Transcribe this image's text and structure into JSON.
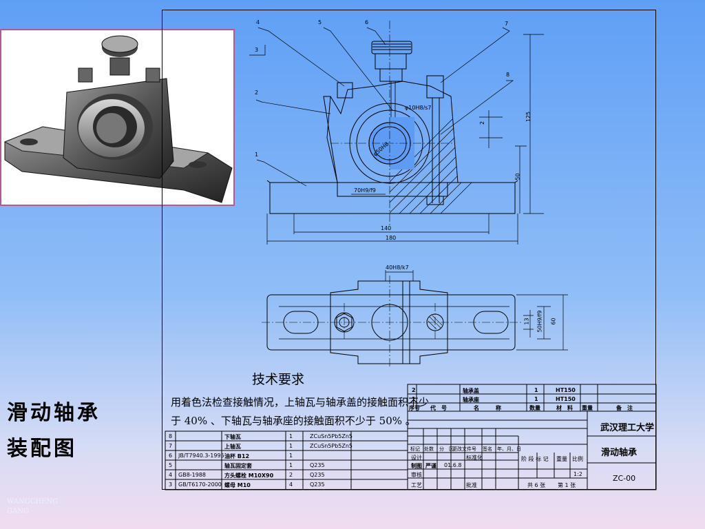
{
  "side_title": [
    "滑动轴承",
    "装配图"
  ],
  "watermark": "WANGCHENGGANG",
  "tech": {
    "title": "技术要求",
    "line1": "用着色法检查接触情况，上轴瓦与轴承盖的接触面积不少",
    "line2": "于 40% 、下轴瓦与轴承座的接触面积不少于 50% 。"
  },
  "balloons": [
    "4",
    "5",
    "6",
    "7",
    "3",
    "2",
    "8",
    "1"
  ],
  "dims": {
    "d_140": "140",
    "d_180": "180",
    "d_125": "125",
    "d_50": "50",
    "d_2": "2",
    "fit_70": "70H9/f9",
    "fit_phi10": "φ10H8/s7",
    "fit_phi50": "φ50H8",
    "fit_40": "40H8/k7",
    "d_13": "13",
    "fit_50": "50H9/f9",
    "d_60": "60"
  },
  "parts_left": [
    {
      "no": "8",
      "code": "",
      "name": "下轴瓦",
      "qty": "1",
      "mat": "ZCuSn5Pb5Zn5"
    },
    {
      "no": "7",
      "code": "",
      "name": "上轴瓦",
      "qty": "1",
      "mat": "ZCuSn5Pb5Zn5"
    },
    {
      "no": "6",
      "code": "JB/T7940.3-1995",
      "name": "油杯 B12",
      "qty": "1",
      "mat": ""
    },
    {
      "no": "5",
      "code": "",
      "name": "轴瓦固定套",
      "qty": "1",
      "mat": "Q235"
    },
    {
      "no": "4",
      "code": "GB8-1988",
      "name": "方头螺栓 M10X90",
      "qty": "2",
      "mat": "Q235"
    },
    {
      "no": "3",
      "code": "GB/T6170-2000",
      "name": "螺母 M10",
      "qty": "4",
      "mat": "Q235"
    }
  ],
  "parts_right": [
    {
      "no": "2",
      "name": "轴承盖",
      "qty": "1",
      "mat": "HT150"
    },
    {
      "no": "1",
      "name": "轴承座",
      "qty": "1",
      "mat": "HT150"
    }
  ],
  "parts_header": [
    "序号",
    "代　号",
    "名　　　称",
    "数量",
    "材　料",
    "重量",
    "备　注"
  ],
  "title_block": {
    "school": "武汉理工大学",
    "drawing": "滑动轴承",
    "number": "ZC-00",
    "rev_row": [
      "标记",
      "处数",
      "分　区",
      "更改文件号",
      "签名",
      "年、月、日"
    ],
    "design": "设计",
    "standard": "标准化",
    "stage_header": [
      "阶 段 标 记",
      "重量",
      "比例"
    ],
    "scale": "1:2",
    "drawn": "制图",
    "drawer": "严谨",
    "date": "01.6.8",
    "check": "审核",
    "process": "工艺",
    "approve": "批准",
    "sheets": "共 6 张",
    "sheet_no": "第 1 张"
  }
}
